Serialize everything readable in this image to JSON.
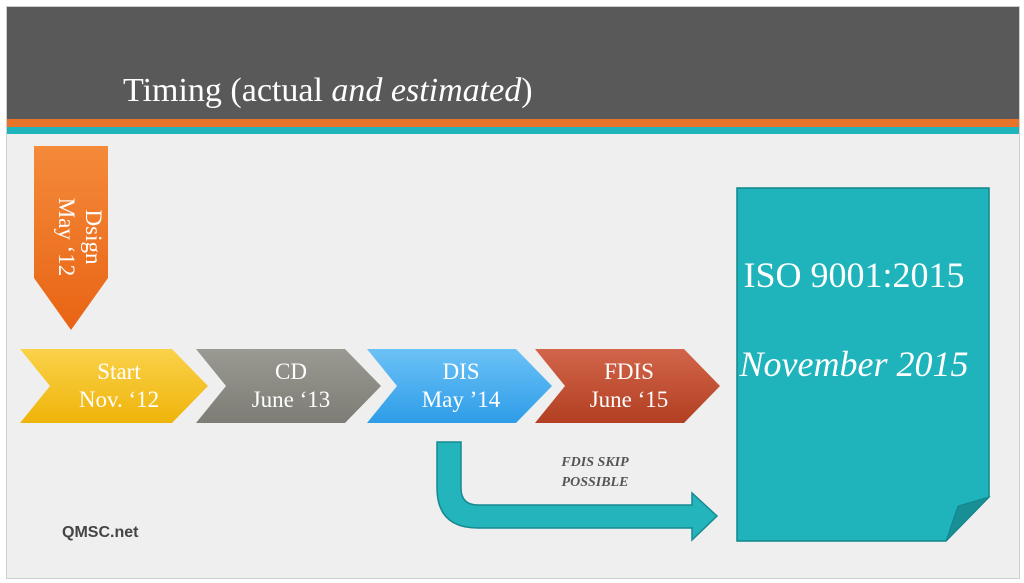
{
  "title": {
    "plain": "Timing (actual ",
    "italic": "and estimated",
    "close": ")"
  },
  "design_milestone": {
    "line1": "Dsign",
    "line2": "May ‘12",
    "color": "#f07a24"
  },
  "milestones": [
    {
      "label": "Start",
      "date": "Nov. ‘12",
      "color": "#f5c21b"
    },
    {
      "label": "CD",
      "date": "June ‘13",
      "color": "#8e8e86"
    },
    {
      "label": "DIS",
      "date": "May ’14",
      "color": "#4cb0f2"
    },
    {
      "label": "FDIS",
      "date": "June ‘15",
      "color": "#c4502f"
    }
  ],
  "skip_note": "FDIS SKIP\nPOSSIBLE",
  "result": {
    "title": "ISO 9001:2015",
    "date": "November 2015",
    "color": "#1fb4bc"
  },
  "footer": "QMSC.net",
  "colors": {
    "title_bar": "#595959",
    "accent_orange": "#e8742a",
    "accent_teal": "#1fb4bc",
    "background": "#efefef"
  }
}
